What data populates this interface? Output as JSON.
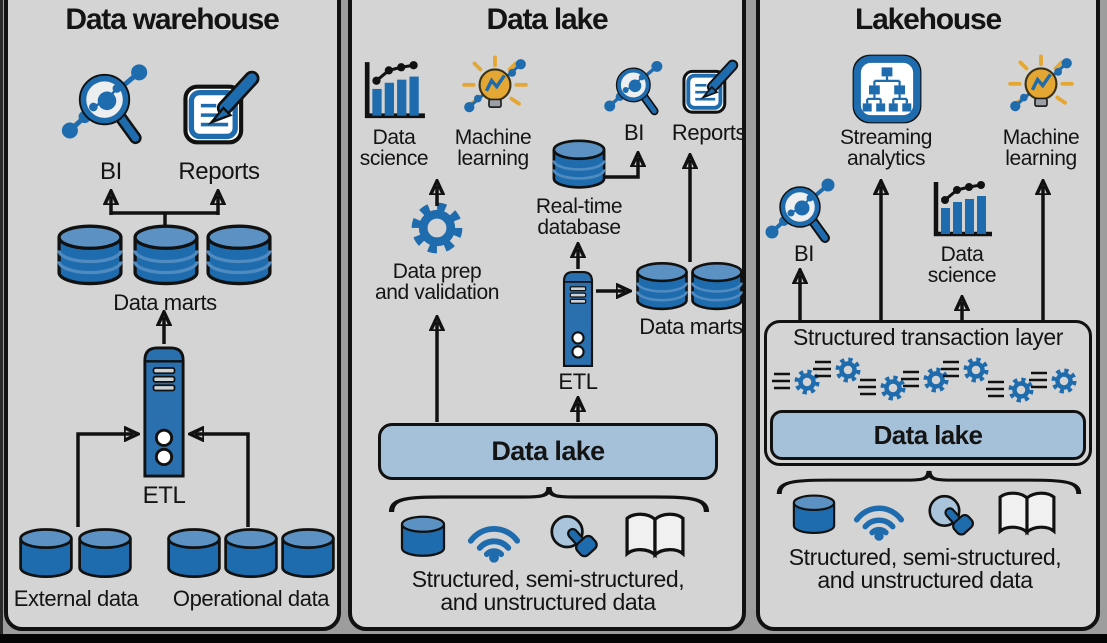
{
  "panels": [
    {
      "title": "Data warehouse",
      "bi_label": "BI",
      "reports_label": "Reports",
      "data_marts_label": "Data marts",
      "etl_label": "ETL",
      "external_data_label": "External data",
      "operational_data_label": "Operational data"
    },
    {
      "title": "Data lake",
      "data_science_lines": [
        "Data",
        "science"
      ],
      "machine_learning_lines": [
        "Machine",
        "learning"
      ],
      "real_time_database_lines": [
        "Real-time",
        "database"
      ],
      "bi_label": "BI",
      "reports_label": "Reports",
      "data_prep_lines": [
        "Data prep",
        "and validation"
      ],
      "etl_label": "ETL",
      "data_marts_label": "Data marts",
      "data_lake_label": "Data lake",
      "sources_lines": [
        "Structured, semi-structured,",
        "and unstructured data"
      ]
    },
    {
      "title": "Lakehouse",
      "streaming_lines": [
        "Streaming",
        "analytics"
      ],
      "machine_learning_lines": [
        "Machine",
        "learning"
      ],
      "bi_label": "BI",
      "data_science_lines": [
        "Data",
        "science"
      ],
      "transaction_layer_label": "Structured transaction layer",
      "data_lake_label": "Data lake",
      "sources_lines": [
        "Structured, semi-structured,",
        "and unstructured data"
      ]
    }
  ],
  "colors": {
    "accent_blue": "#1e6bad",
    "cylinder_top_blue": "#5b92c3",
    "light_blue_box": "#a5c1d9",
    "panel_background": "#d4d4d4",
    "outer_background": "#9d9d9d",
    "bulb_gold": "#e5a733",
    "outline_black": "#111111"
  }
}
